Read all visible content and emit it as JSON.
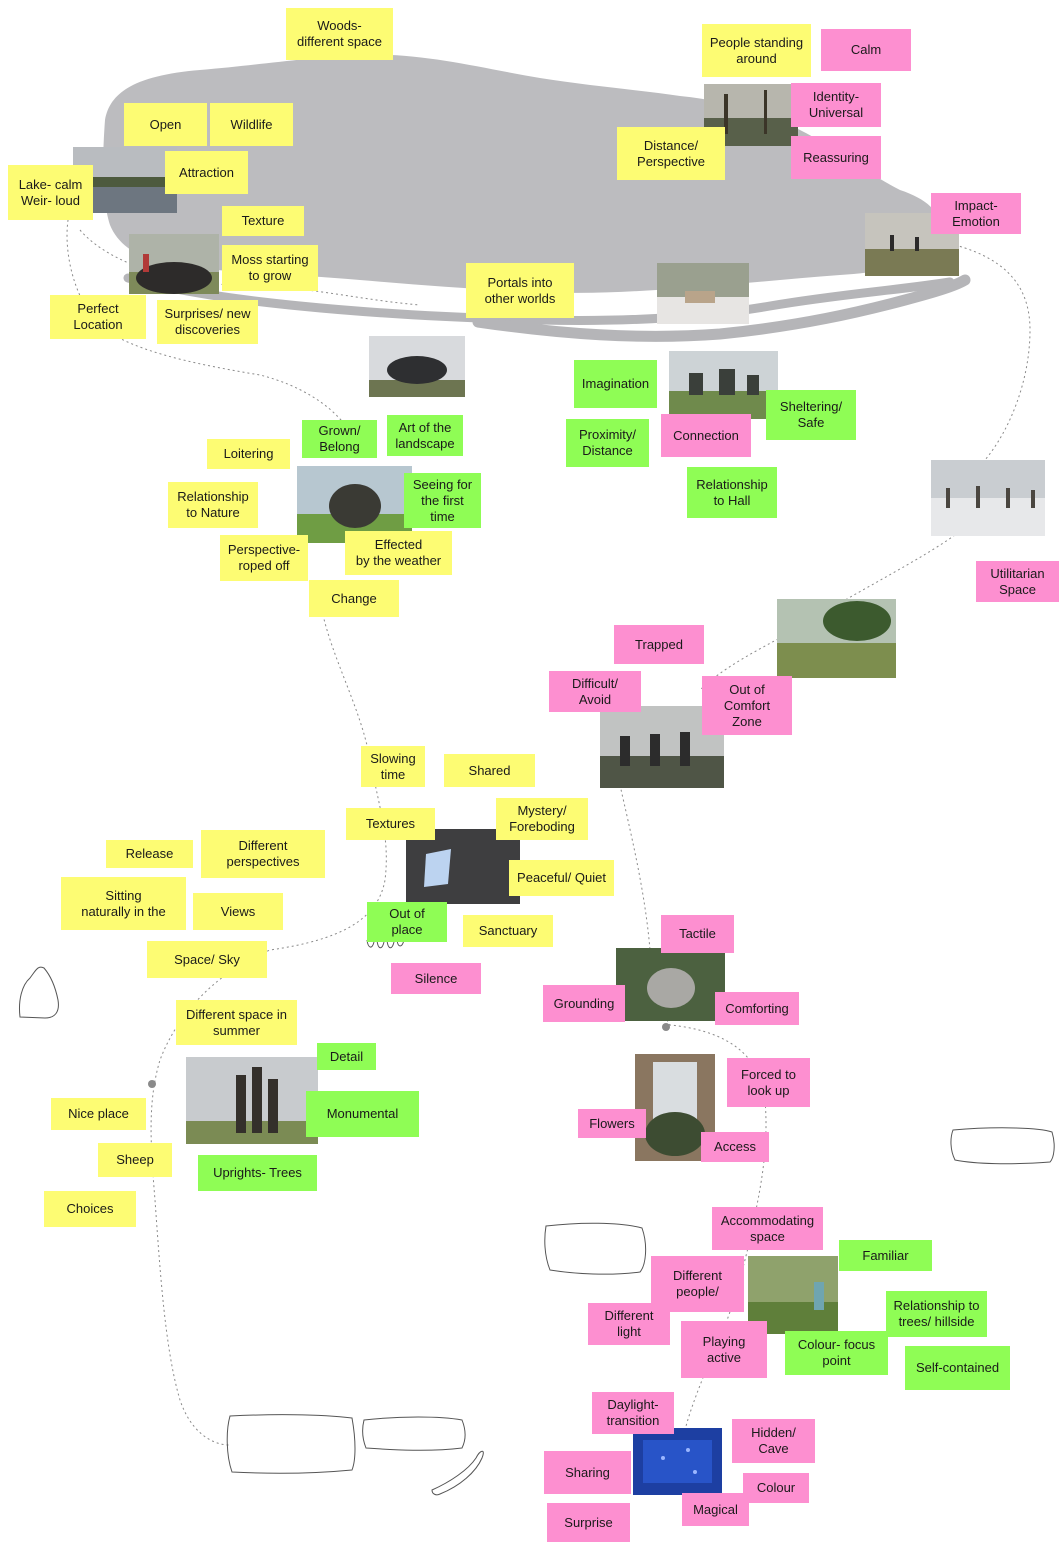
{
  "colors": {
    "yellow": "#fdfc73",
    "pink": "#fd8fd0",
    "green": "#8ffd55",
    "woods_shape": "#bcbcbf",
    "path_line": "#8a8a8a"
  },
  "notes": {
    "woods": "Woods-\ndifferent space",
    "open": "Open",
    "wildlife": "Wildlife",
    "attraction": "Attraction",
    "lake": "Lake- calm\nWeir- loud",
    "texture": "Texture",
    "moss": "Moss starting\nto grow",
    "perfect_location": "Perfect\nLocation",
    "surprises": "Surprises/ new\ndiscoveries",
    "portals": "Portals into\nother worlds",
    "people_standing": "People standing\naround",
    "calm": "Calm",
    "identity": "Identity-\nUniversal",
    "distance_perspective": "Distance/\nPerspective",
    "reassuring": "Reassuring",
    "impact_emotion": "Impact-\nEmotion",
    "imagination": "Imagination",
    "proximity": "Proximity/\nDistance",
    "connection": "Connection",
    "sheltering": "Sheltering/\nSafe",
    "relationship_hall": "Relationship\nto Hall",
    "grown_belong": "Grown/\nBelong",
    "art_landscape": "Art of the\nlandscape",
    "loitering": "Loitering",
    "relationship_nature": "Relationship\nto Nature",
    "seeing_first": "Seeing for\nthe first\ntime",
    "perspective_roped": "Perspective-\nroped off",
    "effected_weather": "Effected\nby the weather",
    "change": "Change",
    "utilitarian": "Utilitarian\nSpace",
    "trapped": "Trapped",
    "difficult_avoid": "Difficult/\nAvoid",
    "out_of_comfort": "Out of\nComfort\nZone",
    "slowing_time": "Slowing\ntime",
    "shared": "Shared",
    "textures": "Textures",
    "mystery": "Mystery/\nForeboding",
    "release": "Release",
    "different_perspectives": "Different\nperspectives",
    "peaceful": "Peaceful/ Quiet",
    "sitting": "Sitting\nnaturally in the",
    "views": "Views",
    "out_of_place": "Out of\nplace",
    "sanctuary": "Sanctuary",
    "space_sky": "Space/ Sky",
    "silence": "Silence",
    "tactile": "Tactile",
    "grounding": "Grounding",
    "comforting": "Comforting",
    "different_space_summer": "Different space in\nsummer",
    "detail": "Detail",
    "monumental": "Monumental",
    "nice_place": "Nice place",
    "sheep": "Sheep",
    "uprights_trees": "Uprights- Trees",
    "choices": "Choices",
    "forced_look_up": "Forced to\nlook up",
    "flowers": "Flowers",
    "access": "Access",
    "accommodating": "Accommodating\nspace",
    "familiar": "Familiar",
    "different_people": "Different\npeople/",
    "relationship_trees": "Relationship to\ntrees/ hillside",
    "different_light": "Different\nlight",
    "playing_active": "Playing\nactive",
    "colour_focus": "Colour- focus\npoint",
    "self_contained": "Self-contained",
    "daylight": "Daylight-\ntransition",
    "hidden_cave": "Hidden/\nCave",
    "sharing": "Sharing",
    "colour": "Colour",
    "magical": "Magical",
    "surprise": "Surprise"
  }
}
